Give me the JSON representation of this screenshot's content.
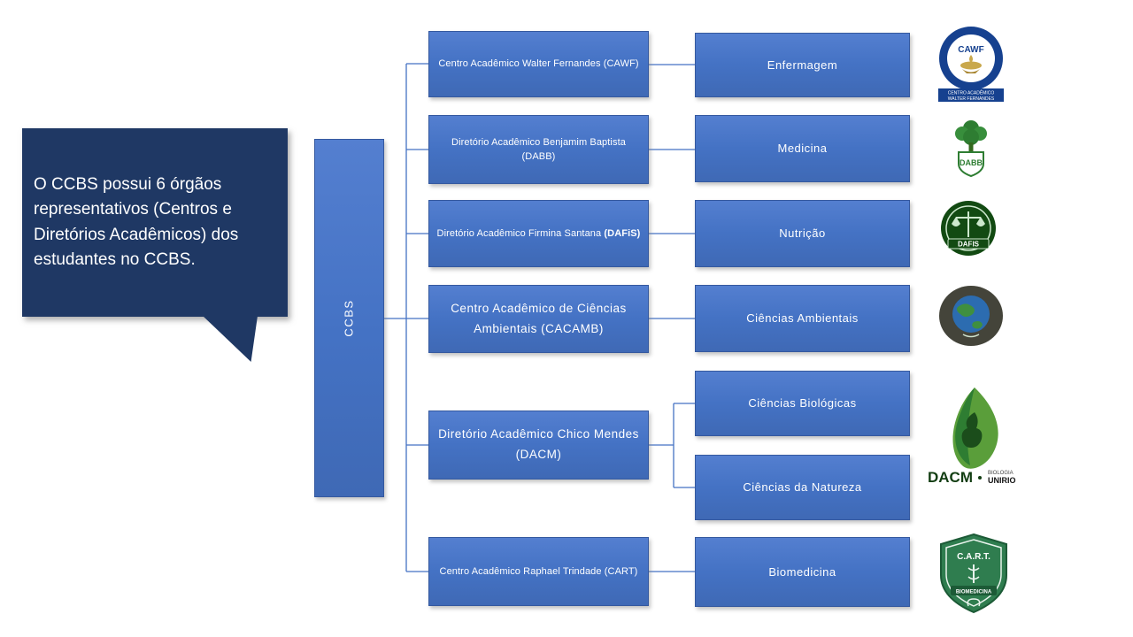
{
  "callout": {
    "text": "O CCBS possui 6 órgãos representativos (Centros e Diretórios Acadêmicos) dos estudantes no CCBS."
  },
  "root": {
    "label": "CCBS"
  },
  "orgs": [
    {
      "label": "Centro Acadêmico Walter Fernandes (CAWF)"
    },
    {
      "label": "Diretório Acadêmico Benjamim Baptista (DABB)"
    },
    {
      "label": "Diretório Acadêmico Firmina Santana ",
      "label_bold": "(DAFiS)"
    },
    {
      "label": "Centro Acadêmico de Ciências Ambientais (CACAMB)"
    },
    {
      "label": "Diretório Acadêmico Chico Mendes (DACM)"
    },
    {
      "label": "Centro Acadêmico Raphael Trindade (CART)"
    }
  ],
  "courses": [
    {
      "label": "Enfermagem"
    },
    {
      "label": "Medicina"
    },
    {
      "label": "Nutrição"
    },
    {
      "label": "Ciências Ambientais"
    },
    {
      "label": "Ciências Biológicas"
    },
    {
      "label": "Ciências da Natureza"
    },
    {
      "label": "Biomedicina"
    }
  ],
  "logos": {
    "cawf": {
      "acronym": "CAWF",
      "line1": "CENTRO ACADÊMICO",
      "line2": "WALTER FERNANDES"
    },
    "dabb": {
      "acronym": "DABB"
    },
    "dafis": {
      "acronym": "DAFIS"
    },
    "dacm": {
      "acronym": "DACM",
      "line1": "BIOLOGIA",
      "line2": "UNIRIO"
    },
    "cart": {
      "acronym": "C.A.R.T.",
      "line1": "BIOMEDICINA"
    }
  },
  "colors": {
    "box_blue": "#4472c4",
    "box_border": "#35599f",
    "callout_navy": "#1f3864",
    "line_blue": "#4472c4",
    "text_white": "#ffffff"
  }
}
